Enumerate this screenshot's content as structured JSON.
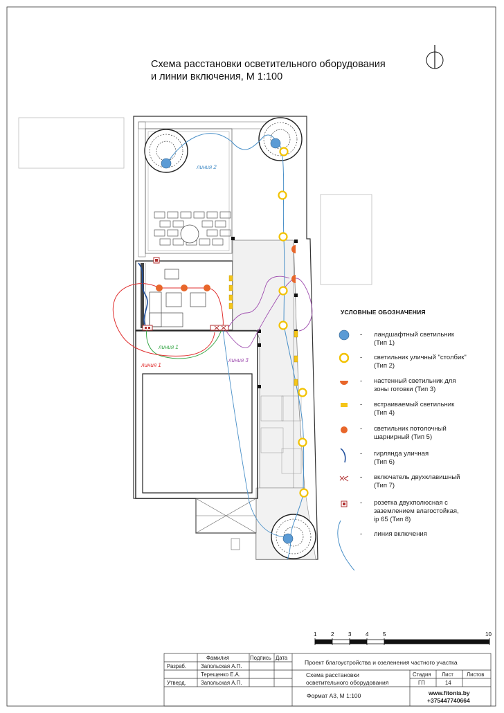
{
  "title": {
    "line1": "Схема расстановки осветительного оборудования",
    "line2": "и линии включения, М 1:100"
  },
  "plan_labels": {
    "line1": "линия 1",
    "line1_red": "линия 1",
    "line2": "линия 2",
    "line3": "линия 3"
  },
  "legend": {
    "heading": "УСЛОВНЫЕ ОБОЗНАЧЕНИЯ",
    "dash": "-",
    "items": [
      {
        "icon": "landscape-lamp-icon",
        "line1": "ландшафтный светильник",
        "line2": "(Тип 1)"
      },
      {
        "icon": "bollard-lamp-icon",
        "line1": "светильник уличный \"столбик\"",
        "line2": "(Тип 2)"
      },
      {
        "icon": "wall-lamp-icon",
        "line1": "настенный светильник для",
        "line2": "зоны готовки (Тип 3)"
      },
      {
        "icon": "recessed-lamp-icon",
        "line1": "встраиваемый светильник",
        "line2": "(Тип 4)"
      },
      {
        "icon": "ceiling-lamp-icon",
        "line1": "светильник потолочный",
        "line2": "шарнирный (Тип 5)"
      },
      {
        "icon": "garland-icon",
        "line1": "гирлянда уличная",
        "line2": "(Тип 6)"
      },
      {
        "icon": "double-switch-icon",
        "line1": "включатель двухклавишный",
        "line2": "(Тип 7)"
      },
      {
        "icon": "socket-icon",
        "line1": "розетка двухполюсная с",
        "line2": "заземлением влагостойкая,",
        "line3": "ip 65 (Тип 8)"
      },
      {
        "icon": "switch-line-icon",
        "line1": "линия включения",
        "line2": ""
      }
    ]
  },
  "scale_bar": {
    "labels": [
      "1",
      "2",
      "3",
      "4",
      "5",
      "10"
    ]
  },
  "title_block": {
    "col_surname": "Фамилия",
    "col_signature": "Подпись",
    "col_date": "Дата",
    "row1_role": "Разраб.",
    "row1_name": "Запольская А.П.",
    "row2_name": "Терещенко Е.А.",
    "row3_role": "Утверд.",
    "row3_name": "Запольская А.П.",
    "project": "Проект благоустройства и озеленения частного участка",
    "sheet_title_1": "Схема расстановки",
    "sheet_title_2": "осветительного оборудования",
    "stage_label": "Стадия",
    "sheet_label": "Лист",
    "sheets_label": "Листов",
    "stage_value": "ГП",
    "sheet_value": "14",
    "format": "Формат А3, М 1:100",
    "website": "www.fitonia.by",
    "phone": "+375447740664"
  },
  "colors": {
    "lamp_blue": "#5b9bd5",
    "bollard_yellow": "#f2c200",
    "lamp_orange": "#e8662a",
    "recessed_yellow": "#f5c518",
    "line_blue": "#4a90c8",
    "line_red": "#e03030",
    "line_green": "#3aa84a",
    "line_purple": "#a050b0",
    "switch_red": "#b03030"
  }
}
